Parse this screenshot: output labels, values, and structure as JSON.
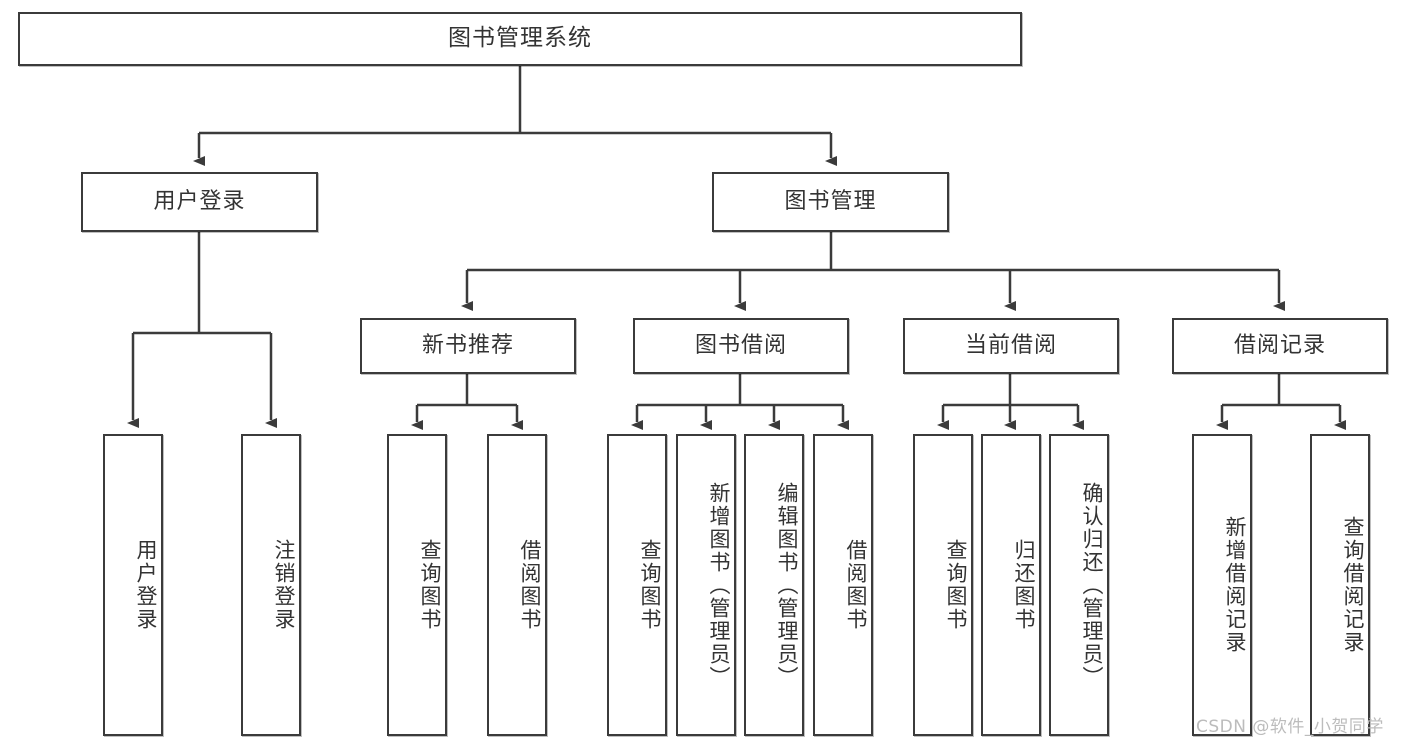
{
  "diagram": {
    "title": "图书管理系统",
    "watermark": "CSDN @软件_小贺同学",
    "colors": {
      "stroke": "#3b3b3b",
      "text": "#333333",
      "background": "#ffffff",
      "watermark": "#bcbcbc"
    },
    "root": {
      "label": "图书管理系统"
    },
    "level2": [
      {
        "label": "用户登录"
      },
      {
        "label": "图书管理"
      }
    ],
    "level3": [
      {
        "label": "新书推荐"
      },
      {
        "label": "图书借阅"
      },
      {
        "label": "当前借阅"
      },
      {
        "label": "借阅记录"
      }
    ],
    "leaves": {
      "user_login": [
        {
          "label": "用户登录"
        },
        {
          "label": "注销登录"
        }
      ],
      "new_book_recommend": [
        {
          "label": "查询图书"
        },
        {
          "label": "借阅图书"
        }
      ],
      "book_borrow": [
        {
          "label": "查询图书"
        },
        {
          "label": "新增图书（管理员）"
        },
        {
          "label": "编辑图书（管理员）"
        },
        {
          "label": "借阅图书"
        }
      ],
      "current_borrow": [
        {
          "label": "查询图书"
        },
        {
          "label": "归还图书"
        },
        {
          "label": "确认归还（管理员）"
        }
      ],
      "borrow_record": [
        {
          "label": "新增借阅记录"
        },
        {
          "label": "查询借阅记录"
        }
      ]
    }
  }
}
